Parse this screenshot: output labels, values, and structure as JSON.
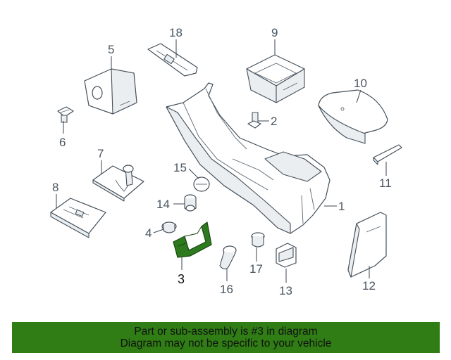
{
  "diagram": {
    "callouts": [
      {
        "id": "c1",
        "label": "1"
      },
      {
        "id": "c2",
        "label": "2"
      },
      {
        "id": "c3",
        "label": "3",
        "highlighted": true
      },
      {
        "id": "c4",
        "label": "4"
      },
      {
        "id": "c5",
        "label": "5"
      },
      {
        "id": "c6",
        "label": "6"
      },
      {
        "id": "c7",
        "label": "7"
      },
      {
        "id": "c8",
        "label": "8"
      },
      {
        "id": "c9",
        "label": "9"
      },
      {
        "id": "c10",
        "label": "10"
      },
      {
        "id": "c11",
        "label": "11"
      },
      {
        "id": "c12",
        "label": "12"
      },
      {
        "id": "c13",
        "label": "13"
      },
      {
        "id": "c14",
        "label": "14"
      },
      {
        "id": "c15",
        "label": "15"
      },
      {
        "id": "c16",
        "label": "16"
      },
      {
        "id": "c17",
        "label": "17"
      },
      {
        "id": "c18",
        "label": "18"
      }
    ],
    "highlight_color": "#2d7a1f"
  },
  "banner": {
    "line1": "Part or sub-assembly is #3 in diagram",
    "line2": "Diagram may not be specific to your vehicle",
    "background": "#2f7d14"
  }
}
